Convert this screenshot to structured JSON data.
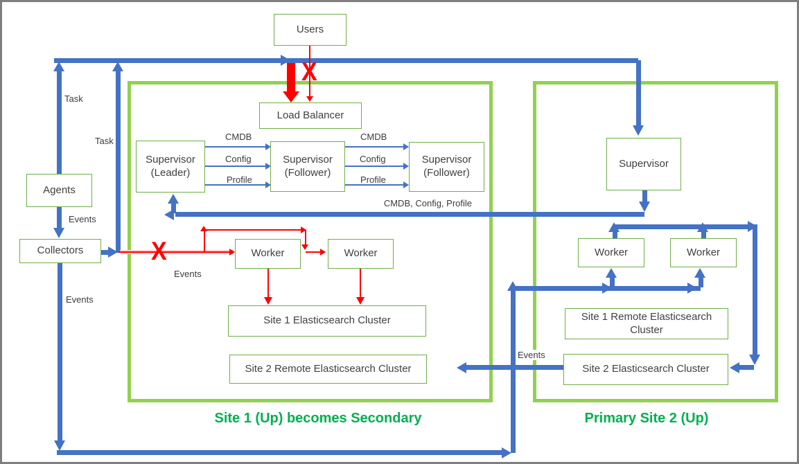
{
  "colors": {
    "arrow_blue": "#4472C4",
    "site_boundary_green": "#92D050",
    "node_border_green": "#70AD47",
    "failure_red": "#FF0000",
    "caption_green": "#00B050",
    "text": "#404040"
  },
  "external": {
    "users": "Users",
    "agents": "Agents",
    "collectors": "Collectors"
  },
  "site1": {
    "caption": "Site 1 (Up) becomes Secondary",
    "nodes": {
      "load_balancer": "Load Balancer",
      "sup_leader": "Supervisor (Leader)",
      "sup_follower1": "Supervisor (Follower)",
      "sup_follower2": "Supervisor (Follower)",
      "worker1": "Worker",
      "worker2": "Worker",
      "es_cluster": "Site 1 Elasticsearch Cluster",
      "remote_es_cluster": "Site 2 Remote Elasticsearch Cluster"
    }
  },
  "site2": {
    "caption": "Primary Site 2 (Up)",
    "nodes": {
      "supervisor": "Supervisor",
      "worker1": "Worker",
      "worker2": "Worker",
      "remote_es_cluster": "Site 1 Remote Elasticsearch Cluster",
      "es_cluster": "Site 2 Elasticsearch Cluster"
    }
  },
  "edge_labels": {
    "task_agents": "Task",
    "task_collectors": "Task",
    "events_agents_to_collectors": "Events",
    "events_collectors_down": "Events",
    "events_collectors_to_workers": "Events",
    "events_site2_to_site1": "Events",
    "cmdb_1": "CMDB",
    "config_1": "Config",
    "profile_1": "Profile",
    "cmdb_2": "CMDB",
    "config_2": "Config",
    "profile_2": "Profile",
    "cmdb_config_profile_return": "CMDB, Config, Profile"
  },
  "marks": {
    "x_users_to_lb": "X",
    "x_collectors_to_workers": "X"
  }
}
